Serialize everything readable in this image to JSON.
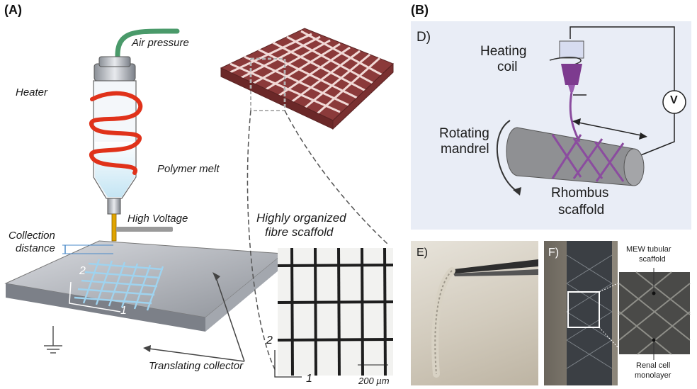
{
  "panels": {
    "a": {
      "label": "(A)"
    },
    "b": {
      "label": "(B)"
    }
  },
  "panel_a": {
    "air_pressure": "Air pressure",
    "heater": "Heater",
    "polymer_melt": "Polymer melt",
    "high_voltage": "High Voltage",
    "collection_distance_1": "Collection",
    "collection_distance_2": "distance",
    "axis_2": "2",
    "axis_1": "1",
    "translating_collector": "Translating collector",
    "organized_1": "Highly organized",
    "organized_2": "fibre scaffold",
    "micro_axis_2": "2",
    "micro_axis_1": "1",
    "scale_bar": "200 µm"
  },
  "panel_d": {
    "label": "D)",
    "heating_coil_1": "Heating",
    "heating_coil_2": "coil",
    "voltmeter": "V",
    "rotating_1": "Rotating",
    "rotating_2": "mandrel",
    "rhombus_1": "Rhombus",
    "rhombus_2": "scaffold"
  },
  "panel_e": {
    "label": "E)"
  },
  "panel_f": {
    "label": "F)",
    "mew_1": "MEW tubular",
    "mew_2": "scaffold",
    "renal_1": "Renal cell",
    "renal_2": "monolayer"
  }
}
